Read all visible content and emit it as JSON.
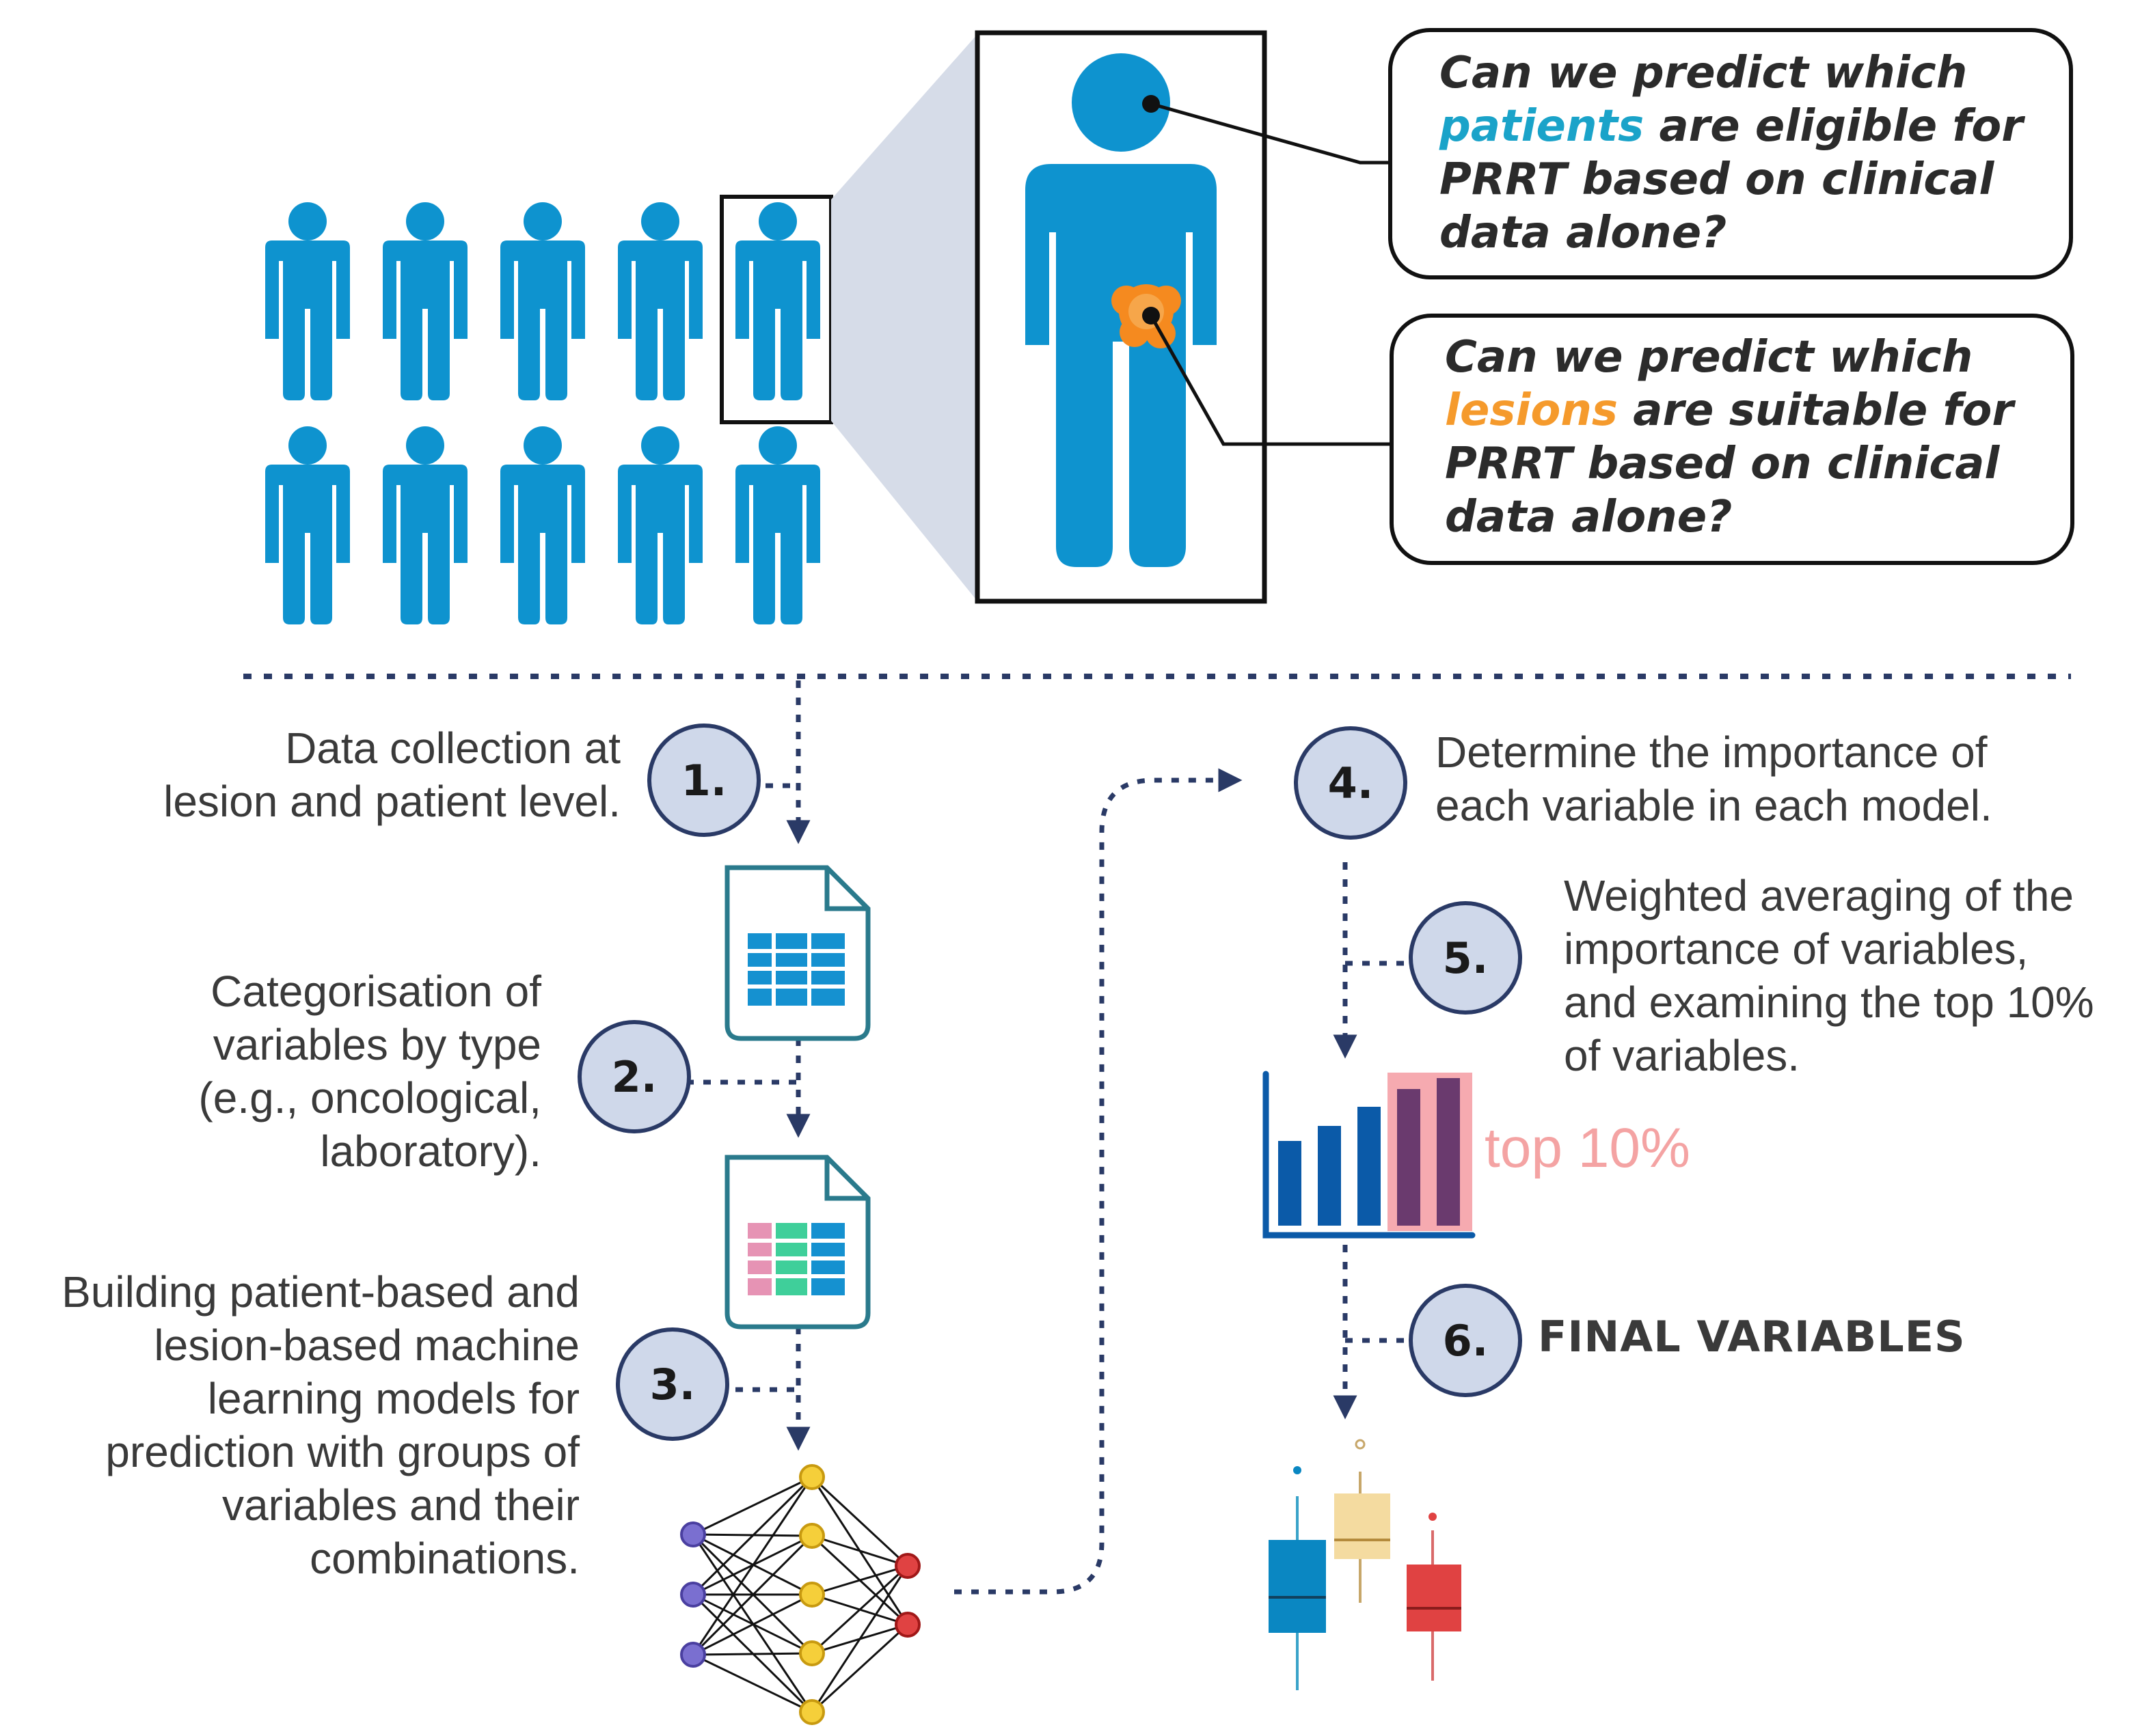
{
  "callouts": {
    "patients": {
      "line1": "Can we predict which",
      "highlight": "patients",
      "line2_rest": " are eligible for",
      "line3": "PRRT based on clinical",
      "line4": "data alone?"
    },
    "lesions": {
      "line1": "Can we predict which",
      "highlight": "lesions",
      "line2_rest": " are suitable for",
      "line3": "PRRT based on clinical",
      "line4": "data alone?"
    }
  },
  "steps": [
    {
      "number": "1.",
      "lines": [
        "Data collection at",
        "lesion and patient level."
      ]
    },
    {
      "number": "2.",
      "lines": [
        "Categorisation of",
        "variables by type",
        "(e.g., oncological,",
        "laboratory)."
      ]
    },
    {
      "number": "3.",
      "lines": [
        "Building patient-based and",
        "lesion-based machine",
        "learning models for",
        "prediction with groups of",
        "variables and their",
        "combinations."
      ]
    },
    {
      "number": "4.",
      "lines": [
        "Determine the importance of",
        "each variable in each model."
      ]
    },
    {
      "number": "5.",
      "lines": [
        "Weighted averaging of the",
        "importance of variables,",
        "and examining the top 10%",
        "of variables."
      ]
    },
    {
      "number": "6.",
      "lines": [
        "FINAL VARIABLES"
      ]
    }
  ],
  "bar_chart_label": "top 10%",
  "colors": {
    "person": "#0e93cf",
    "lesion": "#f58a1f",
    "dotted_line": "#2a3a66",
    "badge_fill": "#cfd8ea",
    "badge_stroke": "#2a3a66",
    "highlight_patients": "#1aa3c9",
    "highlight_lesions": "#f59a2c",
    "top10_box": "#f6aab0",
    "bar_blue": "#0b5aa8",
    "bar_purple": "#6a3a6e"
  },
  "icons": [
    "person-icon",
    "spreadsheet-icon",
    "neural-network-icon",
    "bar-chart-icon",
    "box-plot-icon"
  ]
}
